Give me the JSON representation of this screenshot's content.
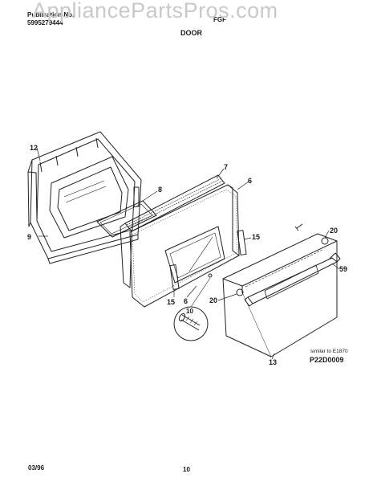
{
  "header": {
    "publication_label": "Publication No.",
    "publication_number": "5995279444",
    "model": "FGF",
    "section_title": "DOOR"
  },
  "watermark": "AppliancePartsPros.com",
  "callouts": [
    {
      "id": "c12",
      "text": "12"
    },
    {
      "id": "c9",
      "text": "9"
    },
    {
      "id": "c7",
      "text": "7"
    },
    {
      "id": "c8",
      "text": "8"
    },
    {
      "id": "c6a",
      "text": "6"
    },
    {
      "id": "c15a",
      "text": "15"
    },
    {
      "id": "c20a",
      "text": "20"
    },
    {
      "id": "c59",
      "text": "59"
    },
    {
      "id": "c15b",
      "text": "15"
    },
    {
      "id": "c6b",
      "text": "6"
    },
    {
      "id": "c20b",
      "text": "20"
    },
    {
      "id": "c10",
      "text": "10"
    },
    {
      "id": "c13",
      "text": "13"
    }
  ],
  "note": "similar to E1870",
  "diagram_code": "P22D0009",
  "footer": {
    "date": "03/96",
    "page": "10"
  }
}
